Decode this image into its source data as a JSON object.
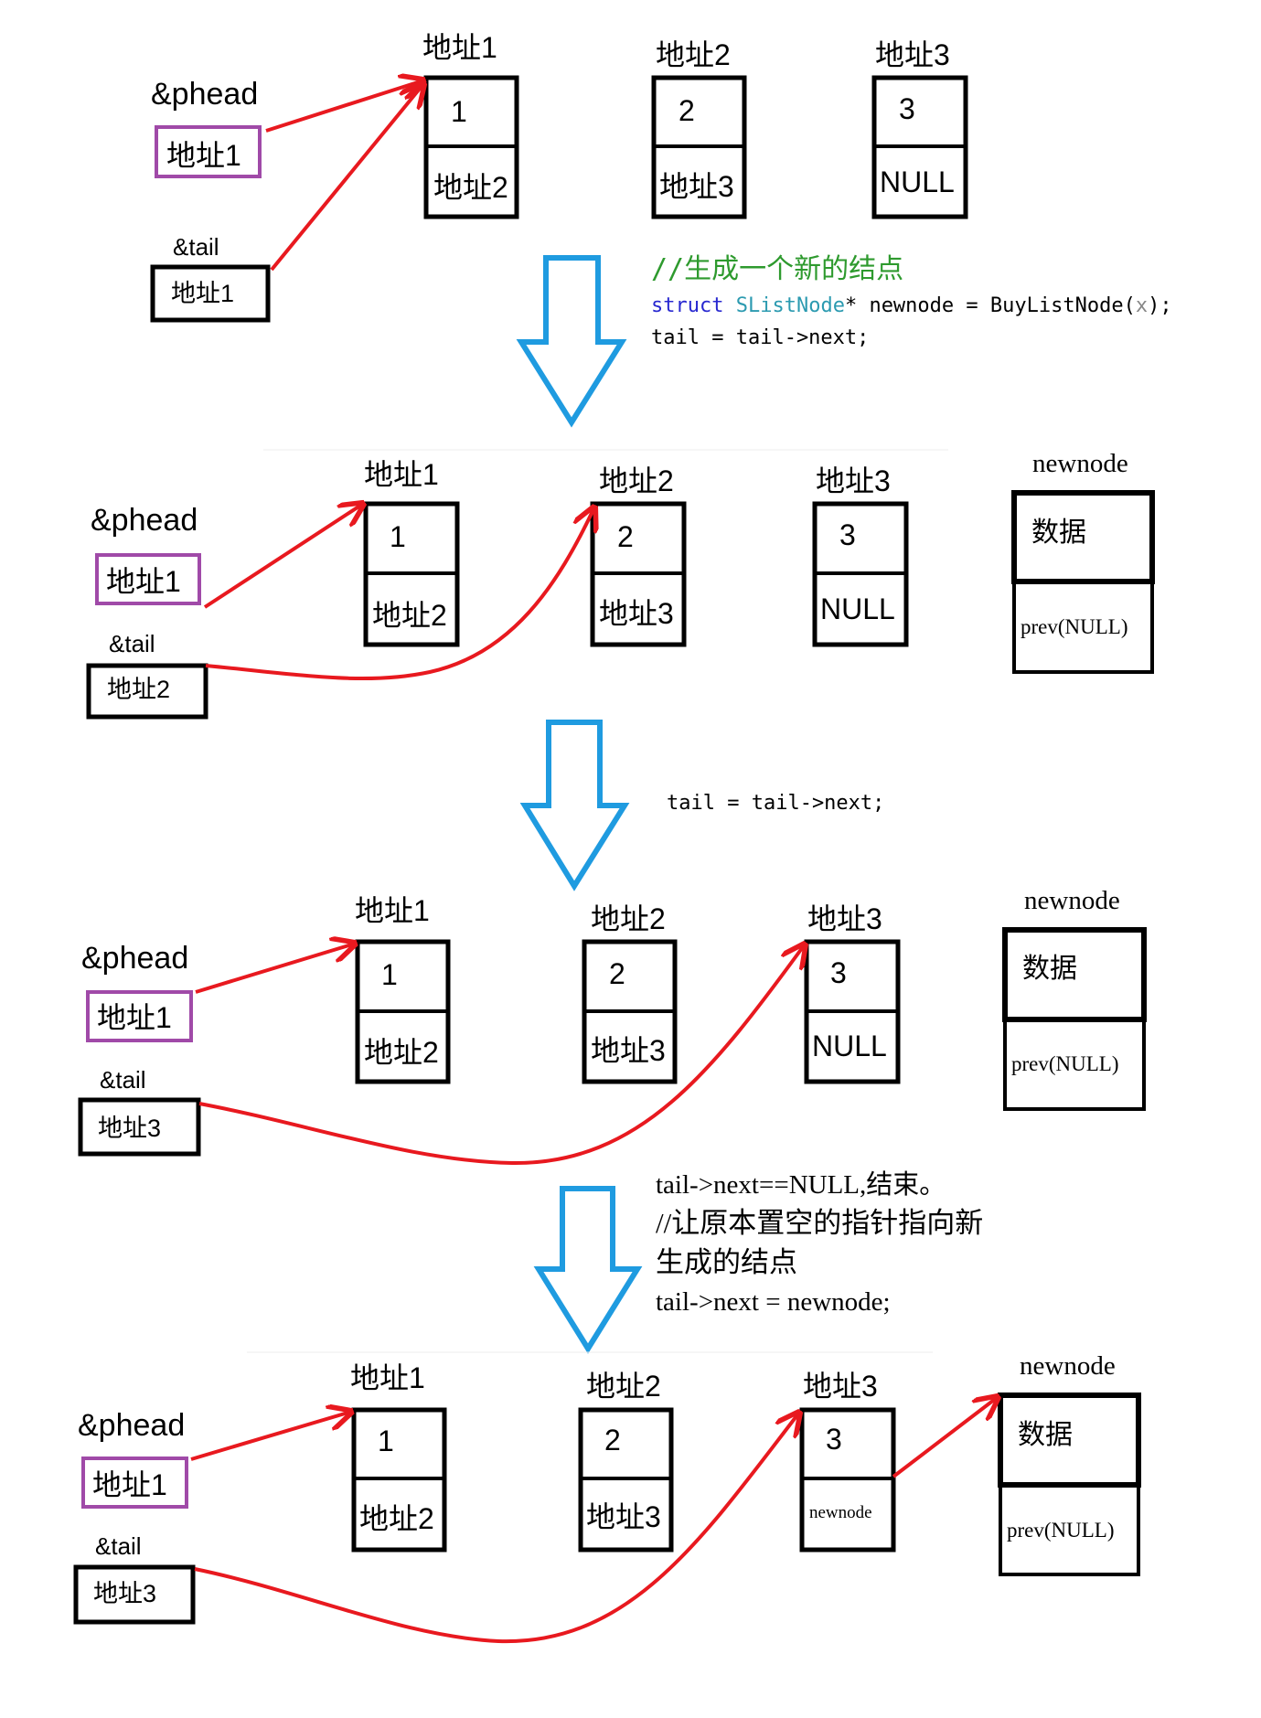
{
  "colors": {
    "pointer": "#e8191f",
    "flow_arrow": "#1f9be0",
    "highlight_box": "#a04aa8",
    "comment": "#2e9a2e",
    "keyword": "#2828d0",
    "type": "#2b9ab0",
    "code": "#000000",
    "box": "#000000"
  },
  "stages": [
    {
      "phead_label": "&phead",
      "phead_value": "地址1",
      "tail_label": "&tail",
      "tail_value": "地址1",
      "nodes": [
        {
          "addr": "地址1",
          "data": "1",
          "next": "地址2"
        },
        {
          "addr": "地址2",
          "data": "2",
          "next": "地址3"
        },
        {
          "addr": "地址3",
          "data": "3",
          "next": "NULL"
        }
      ]
    },
    {
      "phead_label": "&phead",
      "phead_value": "地址1",
      "tail_label": "&tail",
      "tail_value": "地址2",
      "nodes": [
        {
          "addr": "地址1",
          "data": "1",
          "next": "地址2"
        },
        {
          "addr": "地址2",
          "data": "2",
          "next": "地址3"
        },
        {
          "addr": "地址3",
          "data": "3",
          "next": "NULL"
        }
      ],
      "newnode": {
        "label": "newnode",
        "data": "数据",
        "next": "prev(NULL)"
      }
    },
    {
      "phead_label": "&phead",
      "phead_value": "地址1",
      "tail_label": "&tail",
      "tail_value": "地址3",
      "nodes": [
        {
          "addr": "地址1",
          "data": "1",
          "next": "地址2"
        },
        {
          "addr": "地址2",
          "data": "2",
          "next": "地址3"
        },
        {
          "addr": "地址3",
          "data": "3",
          "next": "NULL"
        }
      ],
      "newnode": {
        "label": "newnode",
        "data": "数据",
        "next": "prev(NULL)"
      }
    },
    {
      "phead_label": "&phead",
      "phead_value": "地址1",
      "tail_label": "&tail",
      "tail_value": "地址3",
      "nodes": [
        {
          "addr": "地址1",
          "data": "1",
          "next": "地址2"
        },
        {
          "addr": "地址2",
          "data": "2",
          "next": "地址3"
        },
        {
          "addr": "地址3",
          "data": "3",
          "next": "newnode"
        }
      ],
      "newnode": {
        "label": "newnode",
        "data": "数据",
        "next": "prev(NULL)"
      }
    }
  ],
  "code_blocks": {
    "step1": {
      "comment": "//生成一个新的结点",
      "line1": {
        "keyword": "struct",
        "type": "SListNode",
        "rest": "* newnode = BuyListNode(",
        "arg": "x",
        "end": ");"
      },
      "line2": "tail = tail->next;"
    },
    "step2": {
      "line1": "tail = tail->next;"
    },
    "step3": {
      "line1": "tail->next==NULL,结束。",
      "comment1": "//让原本置空的指针指向新",
      "comment2": "生成的结点",
      "line2": "tail->next = newnode;"
    }
  }
}
